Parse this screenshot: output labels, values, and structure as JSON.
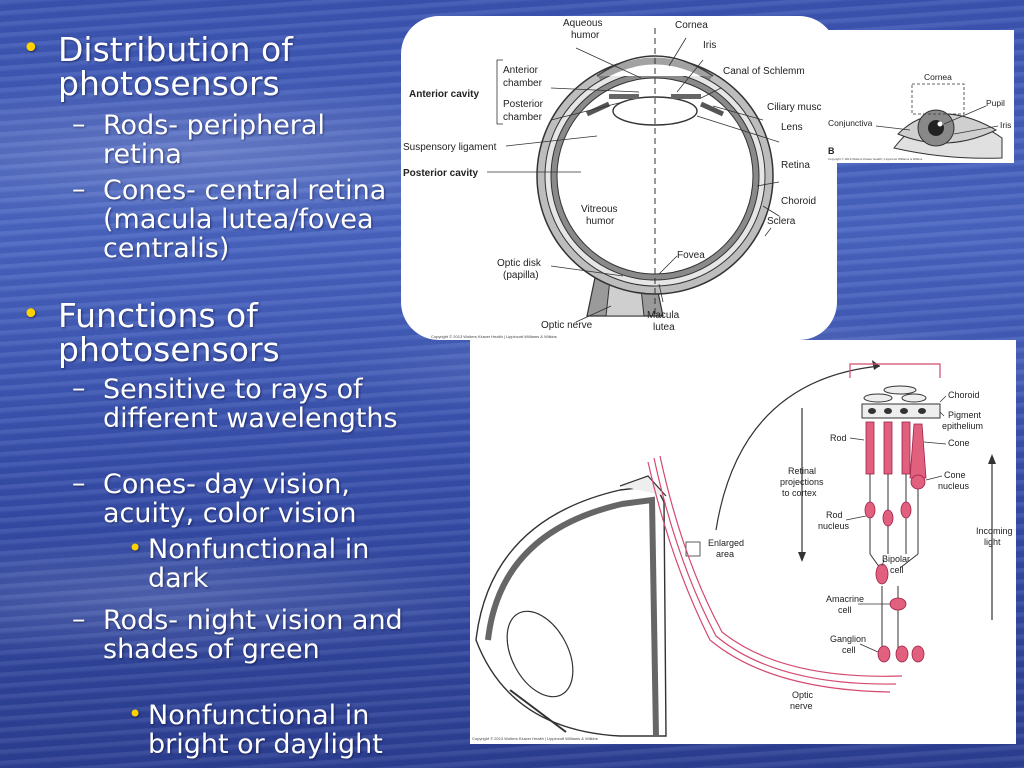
{
  "bullets": {
    "b1": "Distribution of photosensors",
    "b1_sub1": "Rods- peripheral retina",
    "b1_sub2": "Cones- central retina (macula lutea/fovea centralis)",
    "b2": "Functions of photosensors",
    "b2_sub1": "Sensitive to rays of different wavelengths",
    "b2_sub2": "Cones- day vision, acuity, color vision",
    "b2_sub2_sub1": "Nonfunctional in dark",
    "b2_sub3": "Rods- night vision and shades of green",
    "b2_sub3_sub1": "Nonfunctional in bright or daylight"
  },
  "eye_diagram": {
    "aqueous_humor": [
      "Aqueous",
      "humor"
    ],
    "cornea": "Cornea",
    "iris": "Iris",
    "anterior_chamber": [
      "Anterior",
      "chamber"
    ],
    "canal_of_schlemm": "Canal of Schlemm",
    "anterior_cavity": "Anterior cavity",
    "posterior_chamber": [
      "Posterior",
      "chamber"
    ],
    "ciliary_muscle": "Ciliary musc",
    "lens": "Lens",
    "suspensory_ligament": "Suspensory ligament",
    "retina": "Retina",
    "posterior_cavity": "Posterior cavity",
    "choroid": "Choroid",
    "vitreous_humor": [
      "Vitreous",
      "humor"
    ],
    "sclera": "Sclera",
    "fovea": "Fovea",
    "optic_disk": [
      "Optic disk",
      "(papilla)"
    ],
    "optic_nerve": "Optic nerve",
    "macula_lutea": [
      "Macula",
      "lutea"
    ],
    "copyright": "Copyright © 2013 Wolters Kluwer Health | Lippincott Williams & Wilkins"
  },
  "inset_diagram": {
    "cornea": "Cornea",
    "pupil": "Pupil",
    "conjunctiva": "Conjunctiva",
    "iris": "Iris",
    "panel_letter": "B",
    "copyright": "Copyright © 2013 Wolters Kluwer Health | Lippincott Williams & Wilkins"
  },
  "retina_diagram": {
    "choroid": "Choroid",
    "pigment_epithelium": [
      "Pigment",
      "epithelium"
    ],
    "rod": "Rod",
    "cone": "Cone",
    "cone_nucleus": [
      "Cone",
      "nucleus"
    ],
    "retinal_projections": [
      "Retinal",
      "projections",
      "to cortex"
    ],
    "rod_nucleus": [
      "Rod",
      "nucleus"
    ],
    "incoming_light": [
      "Incoming",
      "light"
    ],
    "enlarged_area": [
      "Enlarged",
      "area"
    ],
    "bipolar_cell": [
      "Bipolar",
      "cell"
    ],
    "amacrine_cell": [
      "Amacrine",
      "cell"
    ],
    "ganglion_cell": [
      "Ganglion",
      "cell"
    ],
    "optic_nerve": [
      "Optic",
      "nerve"
    ],
    "copyright": "Copyright © 2013 Wolters Kluwer Health | Lippincott Williams & Wilkins"
  },
  "colors": {
    "bullet_yellow": "#ffd200",
    "slide_blue": "#3b54b1",
    "receptor_pink": "#e0607e"
  }
}
